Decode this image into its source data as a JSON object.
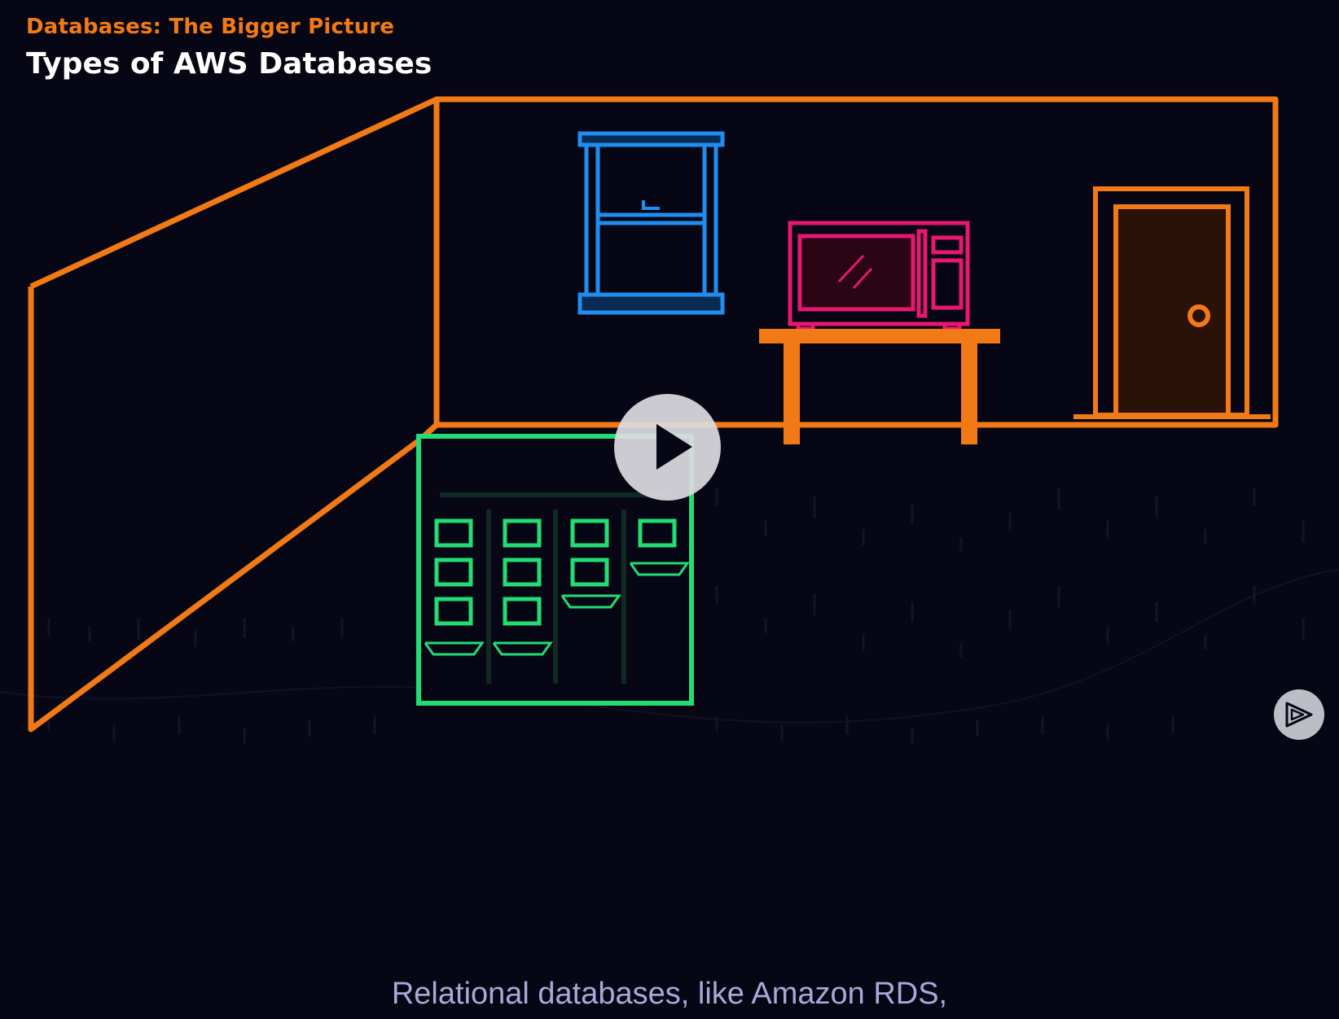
{
  "header": {
    "course_subtitle": "Databases: The Bigger Picture",
    "module_title": "Types of AWS Databases"
  },
  "caption": {
    "text": "Relational databases, like Amazon RDS,"
  },
  "colors": {
    "background": "#070614",
    "room_outline": "#f27a16",
    "window": "#1e8ef0",
    "microwave": "#e8176f",
    "fridge": "#23dc74",
    "caption": "#a9a8d8"
  },
  "controls": {
    "play_icon": "play-icon",
    "brand_icon": "pluralsight-logo-icon"
  }
}
